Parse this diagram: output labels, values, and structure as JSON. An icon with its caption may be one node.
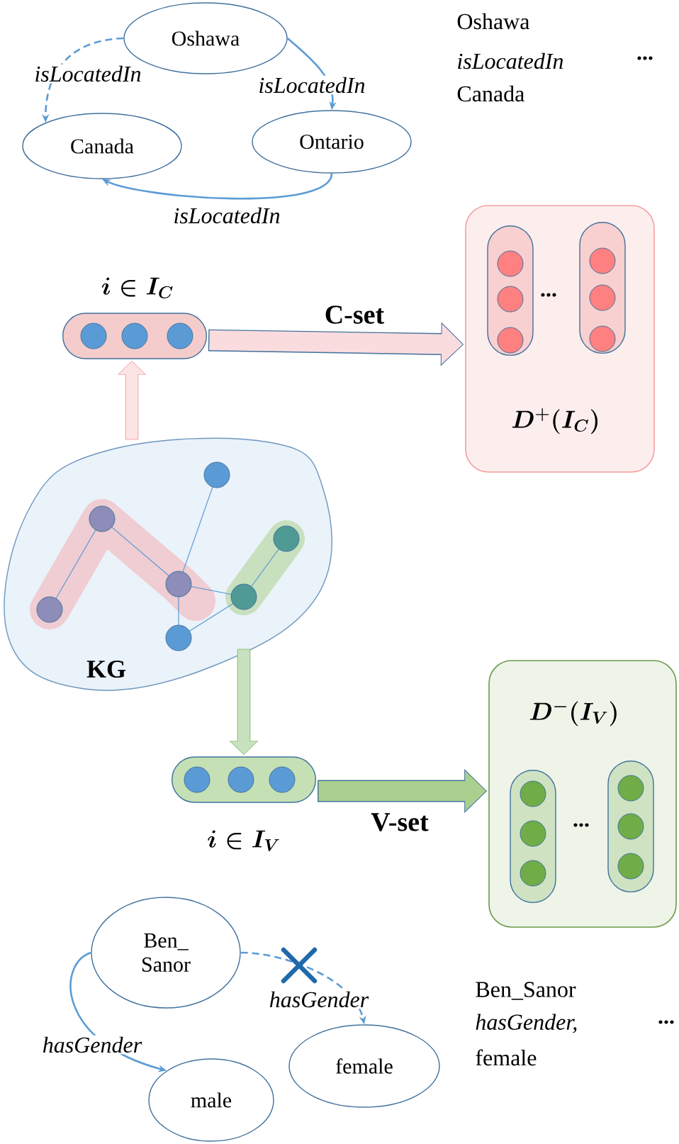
{
  "diagram": {
    "nodes": [
      {
        "text": [
          "Oshawa"
        ]
      },
      {
        "text": [
          "Canada"
        ]
      },
      {
        "text": [
          "Ontario"
        ]
      },
      {
        "text": [
          "\\boldsymbol{i\\in I_C}"
        ]
      },
      {
        "text": [
          "\\boldsymbol{D^{+}(I_C)}"
        ]
      },
      {
        "text": [
          "KG"
        ]
      },
      {
        "text": [
          "\\boldsymbol{i\\in I_V}"
        ]
      },
      {
        "text": [
          "\\boldsymbol{D^{-}(I_V)}"
        ]
      },
      {
        "text": [
          "Ben_ Sanor"
        ]
      },
      {
        "text": [
          "male"
        ]
      },
      {
        "text": [
          "female"
        ]
      }
    ],
    "edges": [
      {
        "from": 0,
        "to": 1,
        "arrow": "to",
        "label": "isLocatedIn",
        "style": "dashed"
      },
      {
        "from": 0,
        "to": 2,
        "arrow": "to",
        "label": "isLocatedIn"
      },
      {
        "from": 2,
        "to": 1,
        "arrow": "to",
        "label": "isLocatedIn"
      },
      {
        "from": 5,
        "to": 3,
        "arrow": "to",
        "style": "thick",
        "color": "#f4b5b5"
      },
      {
        "from": 3,
        "to": 4,
        "arrow": "to",
        "label": "C-set",
        "style": "thick",
        "color": "#41719c"
      },
      {
        "from": 5,
        "to": 6,
        "arrow": "to",
        "style": "thick",
        "color": "#9cc98a"
      },
      {
        "from": 6,
        "to": 7,
        "arrow": "to",
        "label": "V-set",
        "style": "thick",
        "color": "#41719c"
      },
      {
        "from": 8,
        "to": 9,
        "arrow": "to",
        "label": "hasGender"
      },
      {
        "from": 8,
        "to": 10,
        "arrow": "to",
        "label": "hasGender",
        "style": "dashed"
      }
    ],
    "labels": [
      "Oshawa",
      "isLocatedIn",
      "...",
      "Canada",
      "...",
      "...",
      "Ben_Sanor",
      "hasGender,",
      "...",
      "female"
    ]
  }
}
